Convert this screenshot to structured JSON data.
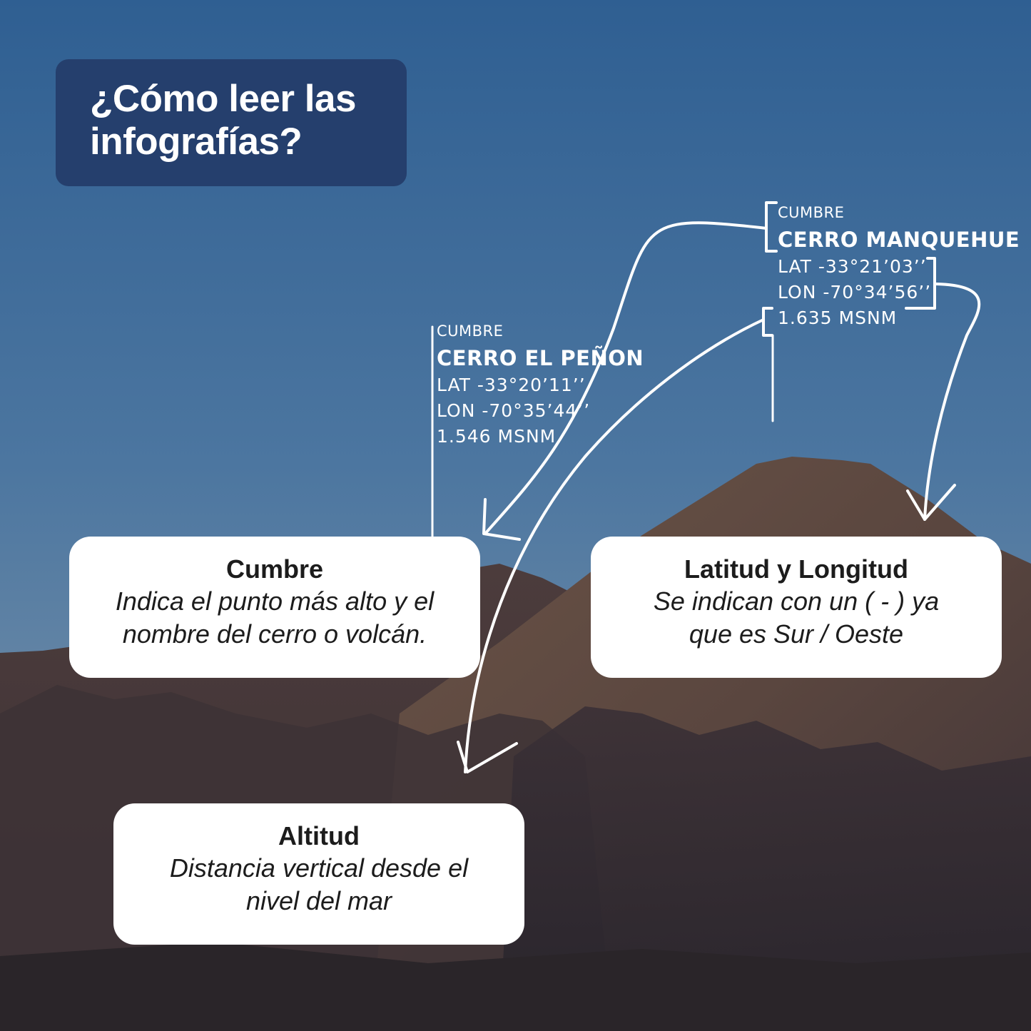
{
  "title": {
    "line1": "¿Cómo leer las",
    "line2": "infografías?"
  },
  "labels": [
    {
      "category": "CUMBRE",
      "name": "CERRO MANQUEHUE",
      "lat": "LAT -33°21’03’’",
      "lon": "LON -70°34’56’’",
      "alt": "1.635 MSNM"
    },
    {
      "category": "CUMBRE",
      "name": "CERRO EL PEÑON",
      "lat": "LAT -33°20’11’’",
      "lon": "LON -70°35’44’’",
      "alt": "1.546 MSNM"
    }
  ],
  "cards": {
    "cumbre": {
      "heading": "Cumbre",
      "line1": "Indica el punto más alto y el",
      "line2": "nombre del cerro o volcán."
    },
    "latlon": {
      "heading": "Latitud y Longitud",
      "line1": "Se indican con un ( - ) ya",
      "line2": "que es Sur / Oeste"
    },
    "altitud": {
      "heading": "Altitud",
      "line1": "Distancia vertical desde el",
      "line2": "nivel del mar"
    }
  },
  "colors": {
    "title_bg": "#253f6d",
    "sky_top": "#2f5f92",
    "sky_bottom": "#6d8ba7",
    "mountain": "#5c4942",
    "card_bg": "#ffffff",
    "annotation": "#ffffff"
  }
}
